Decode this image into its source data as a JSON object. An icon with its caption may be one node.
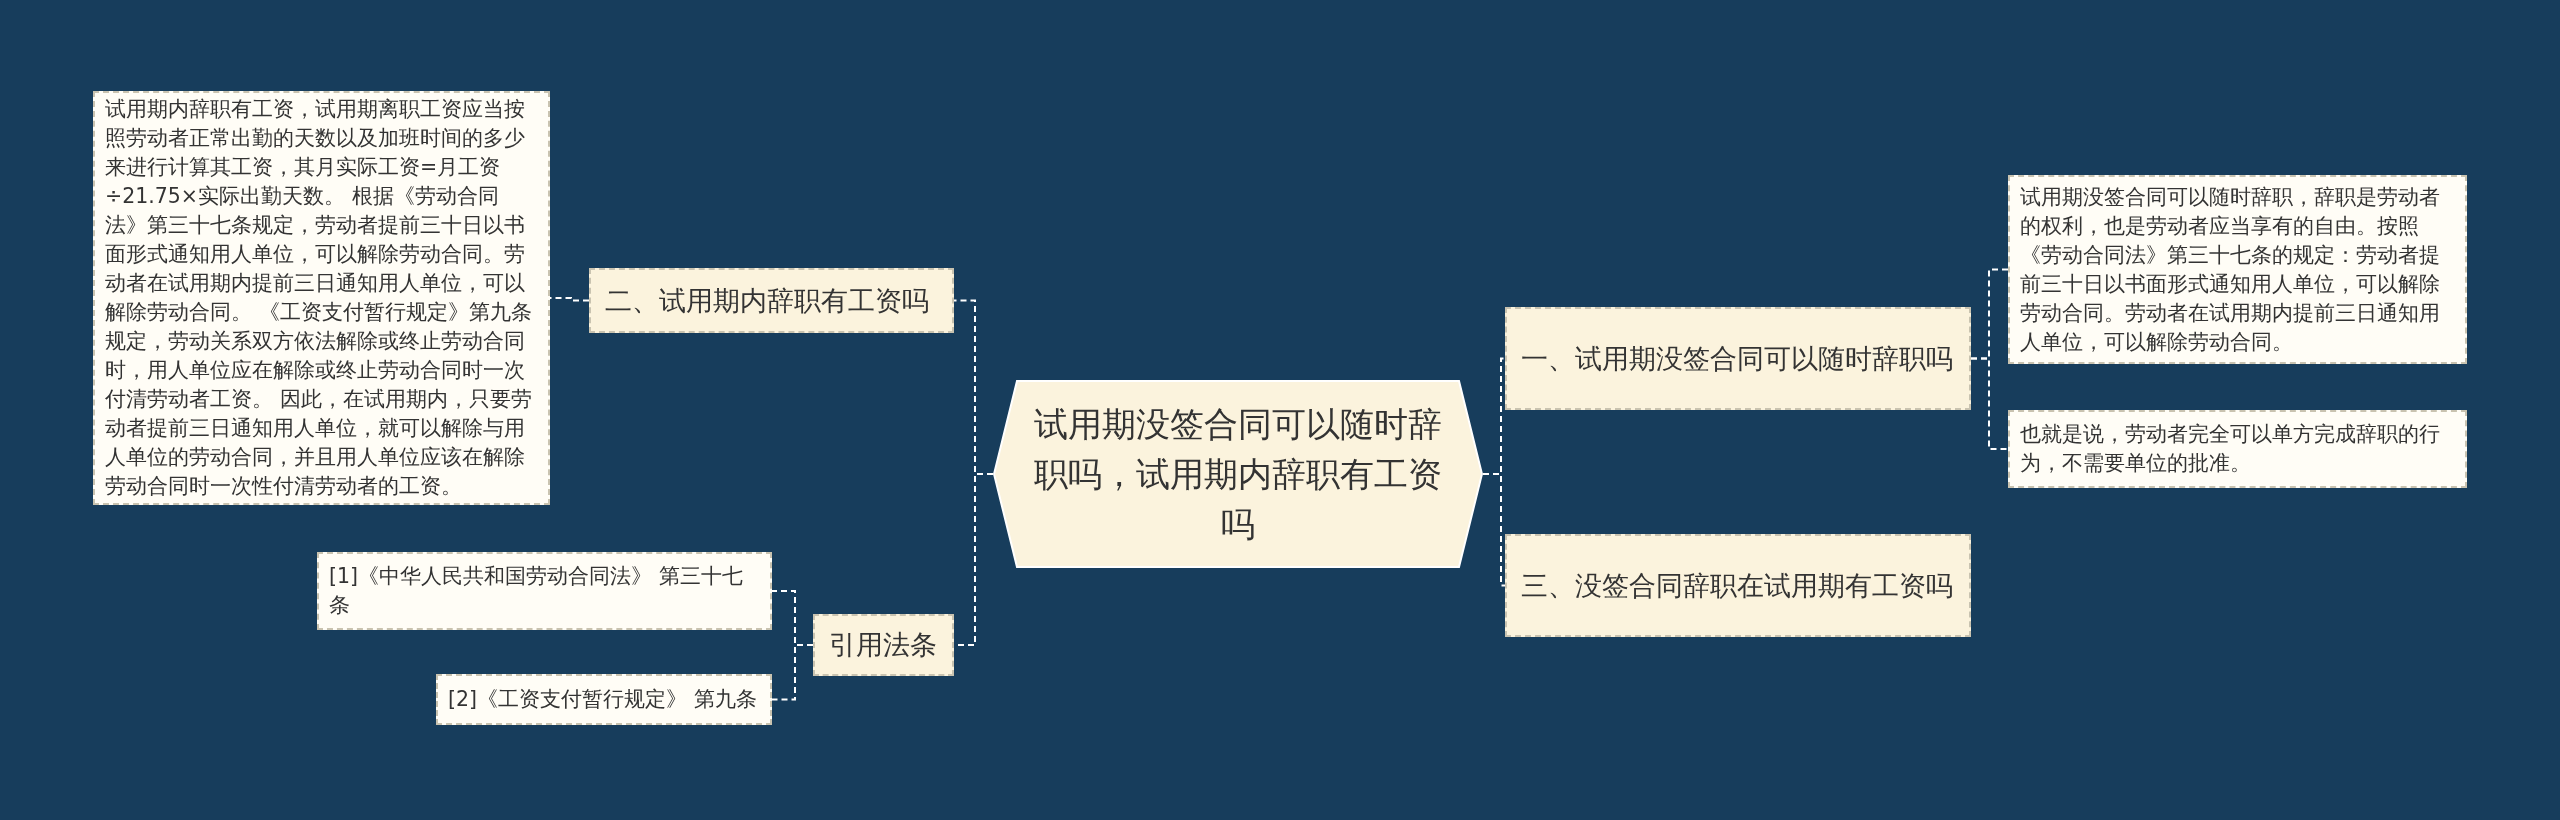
{
  "diagram": {
    "nodes": [
      {
        "text": [
          "试用期没签合同可以随时辞职吗，试用期内辞职有工资吗"
        ]
      },
      {
        "text": [
          "二、试用期内辞职有工资吗"
        ]
      },
      {
        "text": [
          "试用期内辞职有工资，试用期离职工资应当按照劳动者正常出勤的天数以及加班时间的多少来进行计算其工资，其月实际工资=月工资÷21.75×实际出勤天数。 根据《劳动合同法》第三十七条规定，劳动者提前三十日以书面形式通知用人单位，可以解除劳动合同。劳动者在试用期内提前三日通知用人单位，可以解除劳动合同。 《工资支付暂行规定》第九条规定，劳动关系双方依法解除或终止劳动合同时，用人单位应在解除或终止劳动合同时一次付清劳动者工资。 因此，在试用期内，只要劳动者提前三日通知用人单位，就可以解除与用人单位的劳动合同，并且用人单位应该在解除劳动合同时一次性付清劳动者的工资。"
        ]
      },
      {
        "text": [
          "引用法条"
        ]
      },
      {
        "text": [
          "[1]《中华人民共和国劳动合同法》 第三十七条"
        ]
      },
      {
        "text": [
          "[2]《工资支付暂行规定》 第九条"
        ]
      },
      {
        "text": [
          "一、试用期没签合同可以随时辞职吗"
        ]
      },
      {
        "text": [
          "试用期没签合同可以随时辞职，辞职是劳动者的权利，也是劳动者应当享有的自由。按照《劳动合同法》第三十七条的规定：劳动者提前三十日以书面形式通知用人单位，可以解除劳动合同。劳动者在试用期内提前三日通知用人单位，可以解除劳动合同。"
        ]
      },
      {
        "text": [
          "也就是说，劳动者完全可以单方完成辞职的行为，不需要单位的批准。"
        ]
      },
      {
        "text": [
          "三、没签合同辞职在试用期有工资吗"
        ]
      }
    ],
    "edges": [
      {
        "from": 0,
        "to": 1,
        "arrow": "none"
      },
      {
        "from": 1,
        "to": 2,
        "arrow": "none"
      },
      {
        "from": 0,
        "to": 3,
        "arrow": "none"
      },
      {
        "from": 3,
        "to": 4,
        "arrow": "none"
      },
      {
        "from": 3,
        "to": 5,
        "arrow": "none"
      },
      {
        "from": 0,
        "to": 6,
        "arrow": "none"
      },
      {
        "from": 6,
        "to": 7,
        "arrow": "none"
      },
      {
        "from": 6,
        "to": 8,
        "arrow": "none"
      },
      {
        "from": 0,
        "to": 9,
        "arrow": "none"
      }
    ]
  }
}
